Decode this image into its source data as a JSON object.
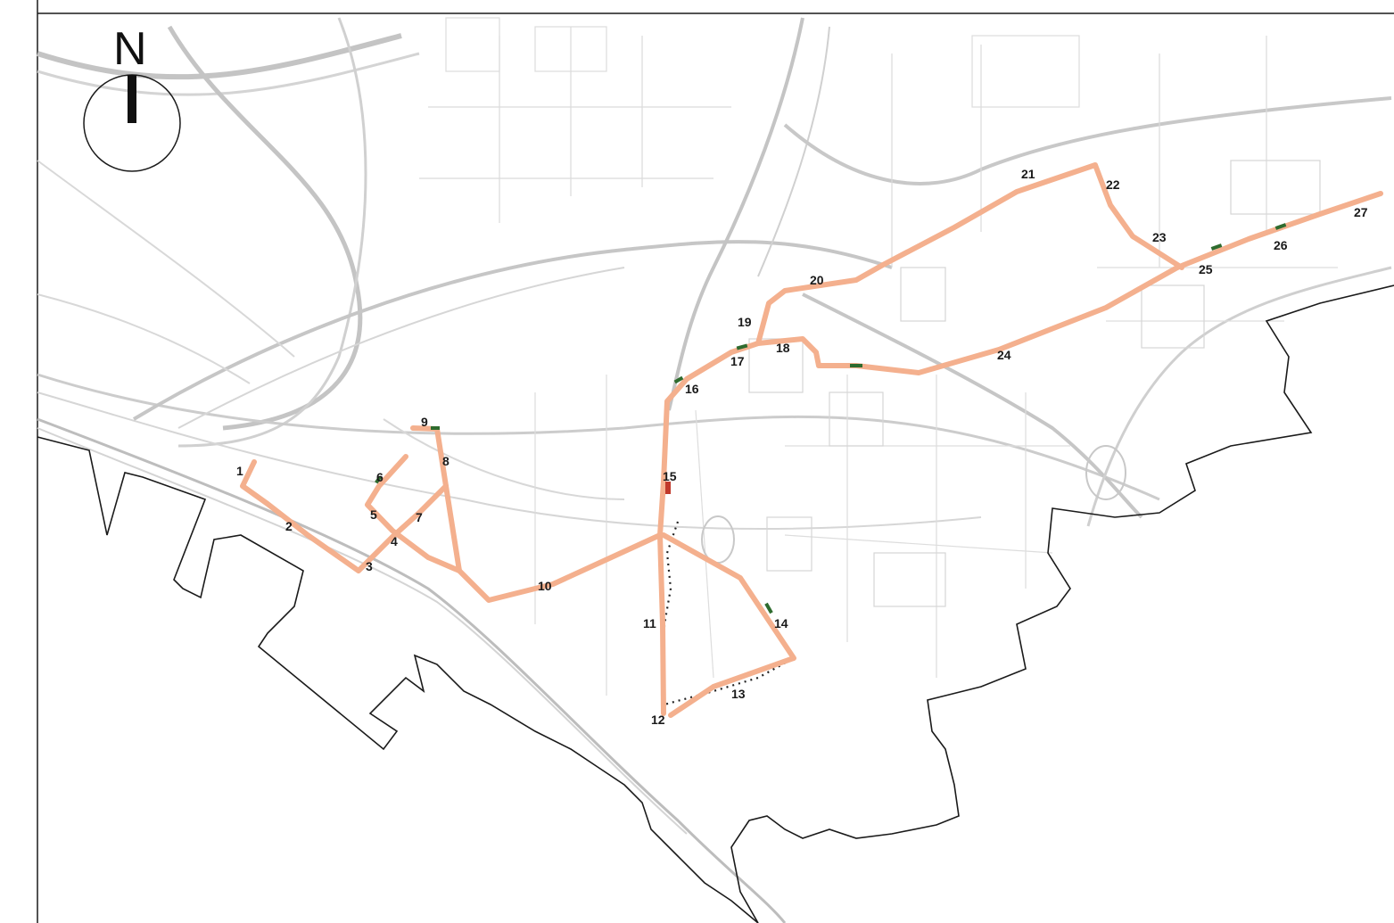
{
  "map": {
    "north_label": "N",
    "colors": {
      "route": "#f4b08e",
      "coastline": "#1a1a1a",
      "streets": "#c9c9c9",
      "background": "#ffffff",
      "stop_marker": "#2e6b2e",
      "dotted_path": "#222222"
    },
    "stops": [
      {
        "label": "1"
      },
      {
        "label": "2"
      },
      {
        "label": "3"
      },
      {
        "label": "4"
      },
      {
        "label": "5"
      },
      {
        "label": "6"
      },
      {
        "label": "7"
      },
      {
        "label": "8"
      },
      {
        "label": "9"
      },
      {
        "label": "10"
      },
      {
        "label": "11"
      },
      {
        "label": "12"
      },
      {
        "label": "13"
      },
      {
        "label": "14"
      },
      {
        "label": "15"
      },
      {
        "label": "16"
      },
      {
        "label": "17"
      },
      {
        "label": "18"
      },
      {
        "label": "19"
      },
      {
        "label": "20"
      },
      {
        "label": "21"
      },
      {
        "label": "22"
      },
      {
        "label": "23"
      },
      {
        "label": "24"
      },
      {
        "label": "25"
      },
      {
        "label": "26"
      },
      {
        "label": "27"
      }
    ]
  }
}
